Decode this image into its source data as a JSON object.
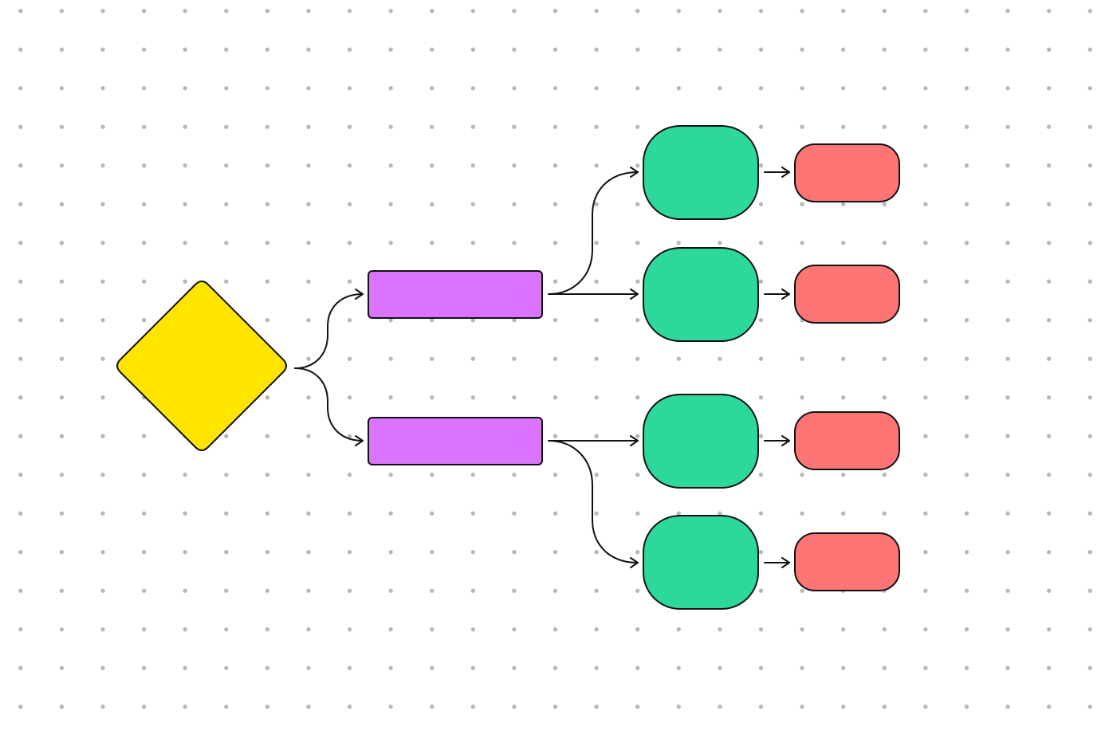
{
  "diagram": {
    "colors": {
      "decision": "#FFE500",
      "process": "#DA74FC",
      "branch": "#2DD99A",
      "outcome": "#FF7474",
      "stroke": "#111111",
      "dot": "#B7B7B7",
      "background": "#FFFFFF"
    },
    "nodes": [
      {
        "id": "decision",
        "shape": "diamond",
        "text": ""
      },
      {
        "id": "process-top",
        "shape": "rectangle",
        "text": ""
      },
      {
        "id": "process-bottom",
        "shape": "rectangle",
        "text": ""
      },
      {
        "id": "branch-1",
        "shape": "rounded-square",
        "text": ""
      },
      {
        "id": "branch-2",
        "shape": "rounded-square",
        "text": ""
      },
      {
        "id": "branch-3",
        "shape": "rounded-square",
        "text": ""
      },
      {
        "id": "branch-4",
        "shape": "rounded-square",
        "text": ""
      },
      {
        "id": "outcome-1",
        "shape": "pill",
        "text": ""
      },
      {
        "id": "outcome-2",
        "shape": "pill",
        "text": ""
      },
      {
        "id": "outcome-3",
        "shape": "pill",
        "text": ""
      },
      {
        "id": "outcome-4",
        "shape": "pill",
        "text": ""
      }
    ],
    "edges": [
      {
        "from": "decision",
        "to": "process-top"
      },
      {
        "from": "decision",
        "to": "process-bottom"
      },
      {
        "from": "process-top",
        "to": "branch-1"
      },
      {
        "from": "process-top",
        "to": "branch-2"
      },
      {
        "from": "process-bottom",
        "to": "branch-3"
      },
      {
        "from": "process-bottom",
        "to": "branch-4"
      },
      {
        "from": "branch-1",
        "to": "outcome-1"
      },
      {
        "from": "branch-2",
        "to": "outcome-2"
      },
      {
        "from": "branch-3",
        "to": "outcome-3"
      },
      {
        "from": "branch-4",
        "to": "outcome-4"
      }
    ]
  }
}
